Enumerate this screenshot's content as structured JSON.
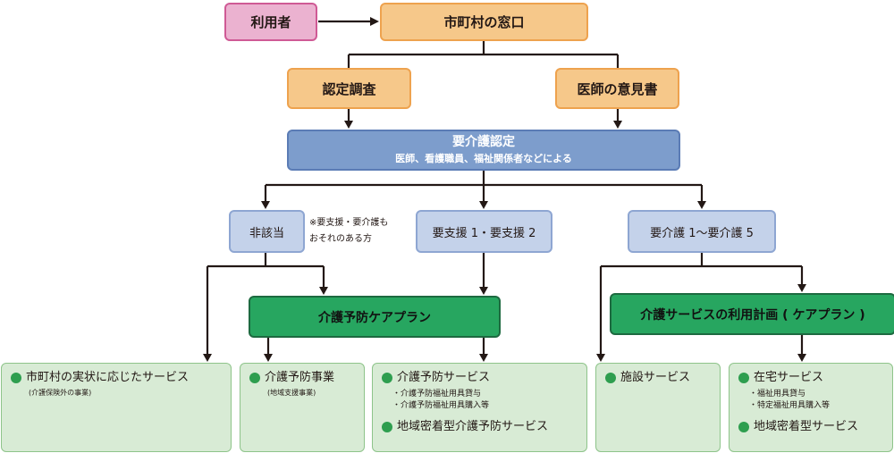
{
  "nodes": {
    "user": "利用者",
    "window": "市町村の窓口",
    "survey": "認定調査",
    "doctor_opinion": "医師の意見書",
    "certification_title": "要介護認定",
    "certification_sub": "医師、看護職員、福祉関係者などによる",
    "not_applicable": "非該当",
    "note_line1": "※要支援・要介護も",
    "note_line2": "おそれのある方",
    "support": "要支援 1・要支援 2",
    "care": "要介護 1〜要介護 5",
    "prevention_plan": "介護予防ケアプラン",
    "care_plan": "介護サービスの利用計画 ( ケアプラン )"
  },
  "services": {
    "municipal": {
      "title": "市町村の実状に応じたサービス",
      "sub": "(介護保険外の事業)"
    },
    "prevention_project": {
      "title": "介護予防事業",
      "sub": "(地域支援事業)"
    },
    "prevention_service": {
      "title": "介護予防サービス",
      "items": [
        "・介護予防福祉用具貸与",
        "・介護予防福祉用具購入等"
      ],
      "title2": "地域密着型介護予防サービス"
    },
    "facility": {
      "title": "施設サービス"
    },
    "home": {
      "title": "在宅サービス",
      "items": [
        "・福祉用具貸与",
        "・特定福祉用具購入等"
      ],
      "title2": "地域密着型サービス"
    }
  },
  "colors": {
    "line": "#231815",
    "dot_green": "#2e9e4f"
  }
}
